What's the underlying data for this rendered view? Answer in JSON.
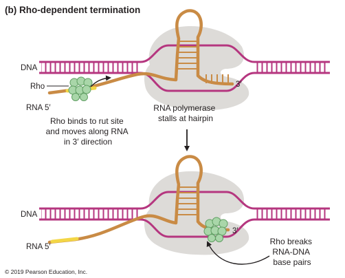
{
  "title": "(b) Rho-dependent termination",
  "top_panel": {
    "dna_label": "DNA",
    "rho_label": "Rho",
    "rna_label": "RNA",
    "five_prime": "5′",
    "three_prime": "3′",
    "caption_left": [
      "Rho binds to rut site",
      "and moves along RNA",
      "in 3′ direction"
    ],
    "caption_right": [
      "RNA polymerase",
      "stalls at hairpin"
    ]
  },
  "bottom_panel": {
    "dna_label": "DNA",
    "rna_label": "RNA",
    "five_prime": "5′",
    "three_prime": "3′",
    "caption_right": [
      "Rho breaks",
      "RNA-DNA",
      "base pairs"
    ]
  },
  "copyright": "© 2019 Pearson Education, Inc.",
  "colors": {
    "dna": "#b5367f",
    "rna": "#c98b45",
    "polymerase": "#dddbd8",
    "rho": "#a9d6a9",
    "rut_site": "#f3d646"
  }
}
